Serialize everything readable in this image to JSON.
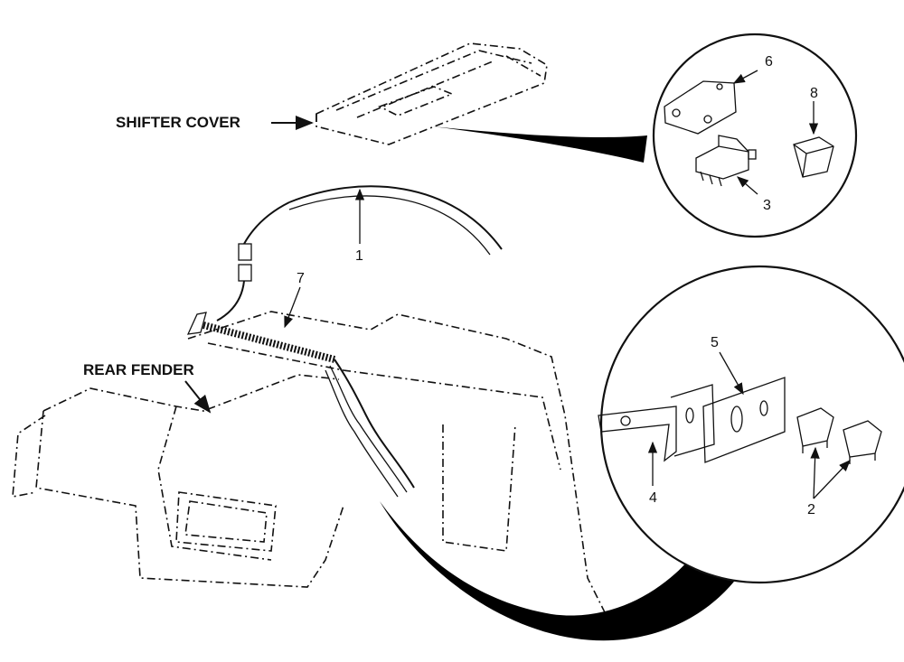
{
  "diagram": {
    "labels": {
      "shifter_cover": "SHIFTER COVER",
      "rear_fender": "REAR FENDER"
    },
    "callouts": {
      "c1": "1",
      "c2": "2",
      "c3": "3",
      "c4": "4",
      "c5": "5",
      "c6": "6",
      "c7": "7",
      "c8": "8"
    }
  }
}
